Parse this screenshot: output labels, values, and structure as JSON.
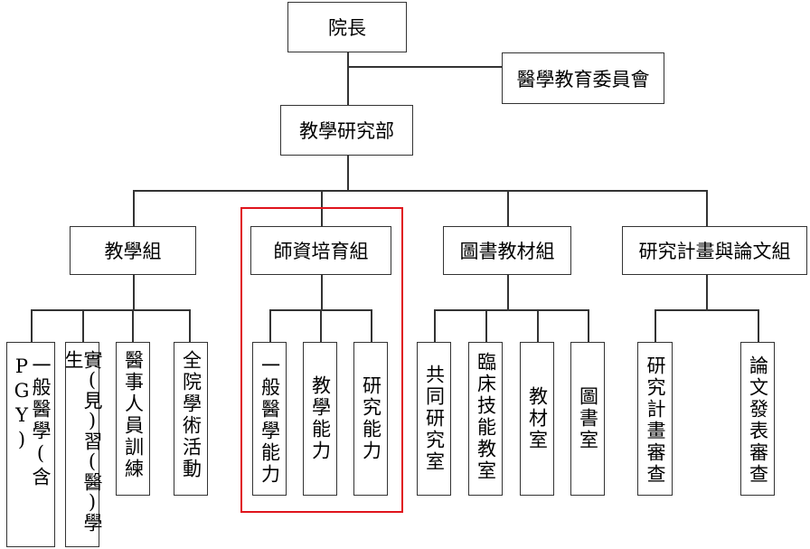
{
  "top": {
    "director": "院長",
    "committee": "醫學教育委員會",
    "department": "教學研究部"
  },
  "groups": [
    {
      "label": "教學組",
      "units": [
        "一般醫學(含PGY)",
        "實(見)習(醫)學生",
        "醫事人員訓練",
        "全院學術活動"
      ]
    },
    {
      "label": "師資培育組",
      "units": [
        "一般醫學能力",
        "教學能力",
        "研究能力"
      ]
    },
    {
      "label": "圖書教材組",
      "units": [
        "共同研究室",
        "臨床技能教室",
        "教材室",
        "圖書室"
      ]
    },
    {
      "label": "研究計畫與論文組",
      "units": [
        "研究計畫審查",
        "論文發表審查"
      ]
    }
  ],
  "highlight_color": "#e0141c"
}
